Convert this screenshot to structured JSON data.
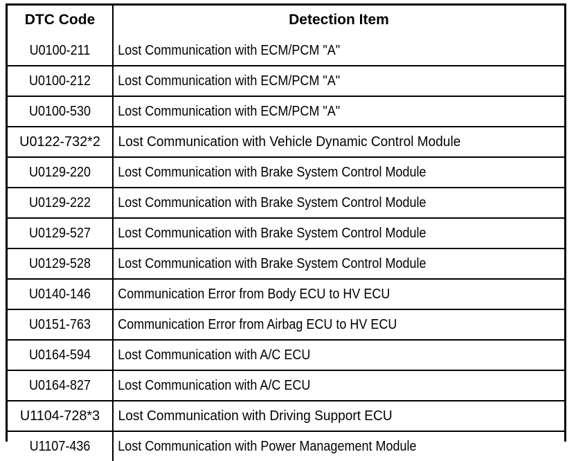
{
  "table": {
    "columns": [
      {
        "key": "code",
        "header": "DTC Code"
      },
      {
        "key": "item",
        "header": "Detection Item"
      }
    ],
    "rows": [
      {
        "code": "U0100-211",
        "item": "Lost Communication with ECM/PCM \"A\""
      },
      {
        "code": "U0100-212",
        "item": "Lost Communication with ECM/PCM \"A\""
      },
      {
        "code": "U0100-530",
        "item": "Lost Communication with ECM/PCM \"A\""
      },
      {
        "code": "U0122-732*2",
        "item": "Lost Communication with Vehicle Dynamic Control Module"
      },
      {
        "code": "U0129-220",
        "item": "Lost Communication with Brake System Control Module"
      },
      {
        "code": "U0129-222",
        "item": "Lost Communication with Brake System Control Module"
      },
      {
        "code": "U0129-527",
        "item": "Lost Communication with Brake System Control Module"
      },
      {
        "code": "U0129-528",
        "item": "Lost Communication with Brake System Control Module"
      },
      {
        "code": "U0140-146",
        "item": "Communication Error from Body ECU to HV ECU"
      },
      {
        "code": "U0151-763",
        "item": "Communication Error from Airbag ECU to HV ECU"
      },
      {
        "code": "U0164-594",
        "item": "Lost Communication with A/C ECU"
      },
      {
        "code": "U0164-827",
        "item": "Lost Communication with A/C ECU"
      },
      {
        "code": "U1104-728*3",
        "item": "Lost Communication with Driving Support ECU"
      },
      {
        "code": "U1107-436",
        "item": "Lost Communication with Power Management Module"
      }
    ]
  },
  "style": {
    "text_color": "#000000",
    "background_color": "#ffffff",
    "border_color": "#000000"
  }
}
